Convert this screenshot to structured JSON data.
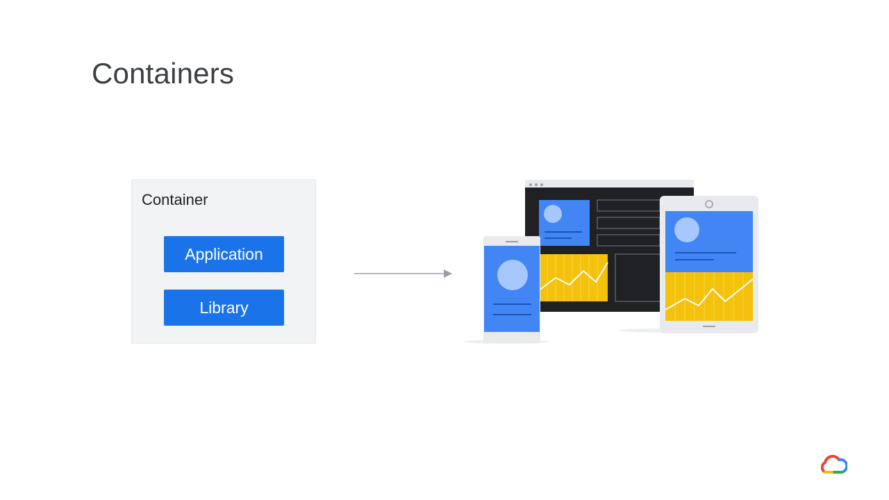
{
  "slide": {
    "title": "Containers"
  },
  "container": {
    "label": "Container",
    "layers": [
      {
        "label": "Application"
      },
      {
        "label": "Library"
      }
    ]
  },
  "colors": {
    "accent_blue": "#1a73e8",
    "device_blue": "#4285f4",
    "chart_yellow": "#f4c20d",
    "screen_dark": "#202124",
    "panel_grey": "#f1f3f4",
    "title_grey": "#3c4043"
  },
  "icons": {
    "arrow": "right-arrow-icon",
    "devices": "multi-device-illustration",
    "logo": "google-cloud-logo-icon"
  }
}
